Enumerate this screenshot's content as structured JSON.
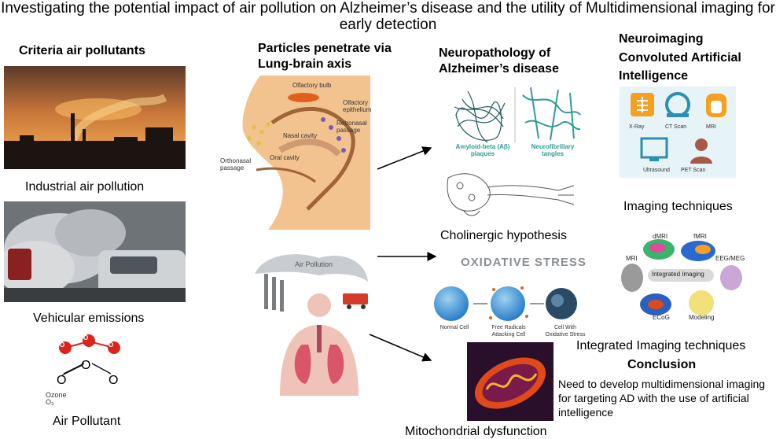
{
  "title": "Investigating the potential impact of air pollution on Alzheimer’s disease and the utility of Multidimensional imaging for early detection",
  "col1": {
    "heading": "Criteria air pollutants",
    "industrial": "Industrial air pollution",
    "vehicular": "Vehicular emissions",
    "pollutant": "Air Pollutant",
    "ozone_name": "Ozone",
    "ozone_formula": "O₃",
    "ozone_atom": "O"
  },
  "col2": {
    "heading_line1": "Particles penetrate via",
    "heading_line2": "Lung-brain axis",
    "nose_labels": {
      "olfactory_bulb": "Olfactory bulb",
      "olfactory_epithelium": "Olfactory epithelium",
      "retronasal": "Retronasal passage",
      "nasal_cavity": "Nasal cavity",
      "orthonasal": "Orthonasal passage",
      "oral_cavity": "Oral cavity"
    },
    "air_pollution_label": "Air Pollution"
  },
  "col3": {
    "heading_line1": "Neuropathology of",
    "heading_line2": "Alzheimer’s disease",
    "amyloid_line1": "Amyloid-beta (Aβ)",
    "amyloid_line2": "plaques",
    "tangles_line1": "Neurofibrillary",
    "tangles_line2": "tangles",
    "cholinergic": "Cholinergic hypothesis",
    "oxidative_title": "OXIDATIVE STRESS",
    "normal_cell": "Normal Cell",
    "free_radicals": "Free Radicals Attacking Cell",
    "cell_oxidative": "Cell With Oxidative Stress",
    "mitochondrial": "Mitochondrial dysfunction"
  },
  "col4": {
    "heading_line1": "Neuroimaging",
    "heading_line2": "Convoluted Artificial",
    "heading_line3": "Intelligence",
    "xray": "X-Ray",
    "ct": "CT Scan",
    "mri": "MRI",
    "ultrasound": "Ultrasound",
    "pet": "PET Scan",
    "imaging_techniques": "Imaging techniques",
    "integrated_label": "Integrated Imaging",
    "dmri": "dMRI",
    "fmri": "fMRI",
    "mri2": "MRI",
    "eeg": "EEG/MEG",
    "ecog": "ECoG",
    "modeling": "Modeling",
    "integrated_techniques": "Integrated Imaging techniques",
    "conclusion_heading": "Conclusion",
    "conclusion_text": "Need to develop multidimensional imaging for targeting AD with the use of artificial intelligence"
  },
  "colors": {
    "sky": "#c8763a",
    "smoke": "#9aa0a6",
    "ozone_red": "#d9231b",
    "nose_bg": "#f2c38f",
    "teal": "#2f9c95",
    "imaging_bg": "#e6f4f7",
    "icon_orange": "#f5a020"
  }
}
